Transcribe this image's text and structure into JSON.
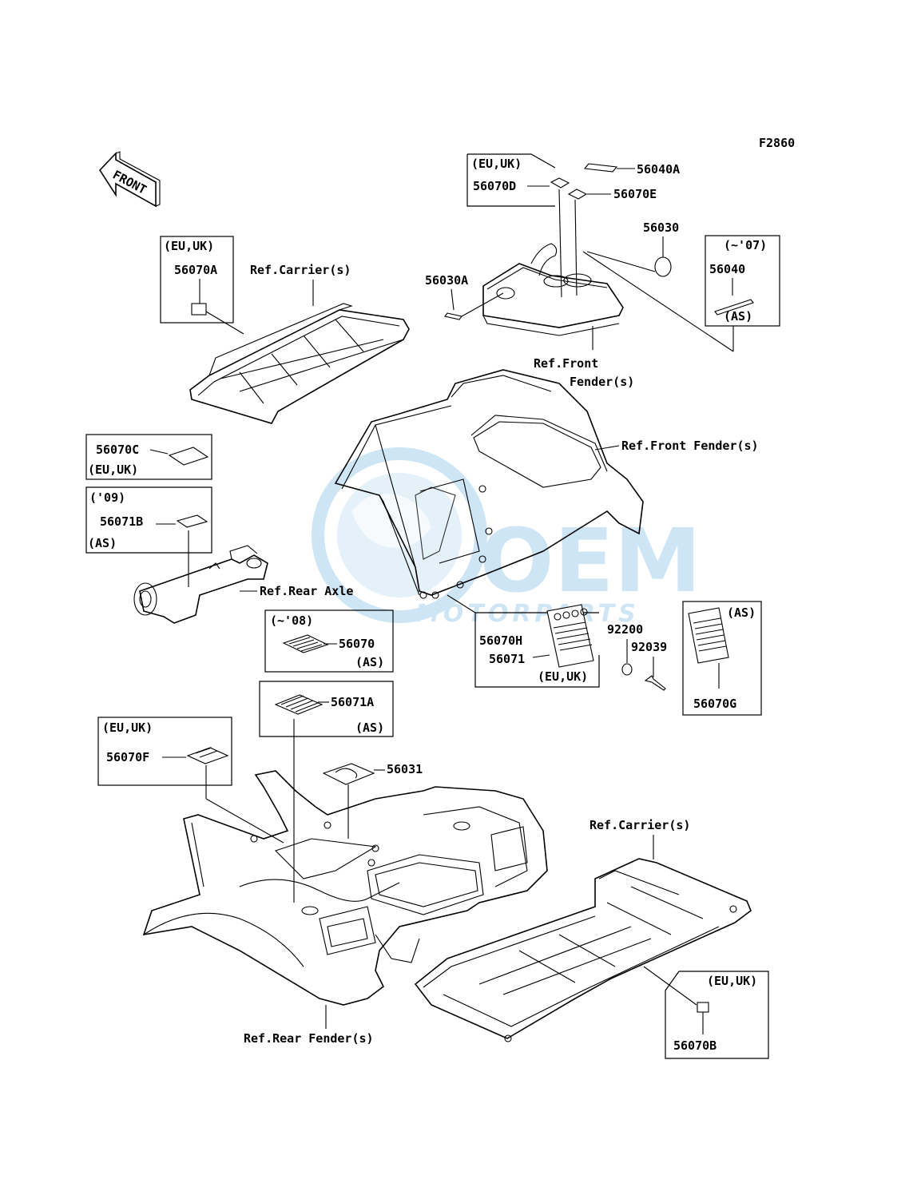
{
  "figure_code": "F2860",
  "front_label": "FRONT",
  "watermark": {
    "brand": "OEM",
    "sub": "MOTORPARTS",
    "color": "#4fa3d8"
  },
  "part_numbers": {
    "p56040A": "56040A",
    "p56070D": "56070D",
    "p56070E": "56070E",
    "p56030": "56030",
    "p56030A": "56030A",
    "p56040": "56040",
    "p56070A": "56070A",
    "p56070C": "56070C",
    "p56071B": "56071B",
    "p56070": "56070",
    "p56071A": "56071A",
    "p56070H": "56070H",
    "p56071": "56071",
    "p92200": "92200",
    "p92039": "92039",
    "p56070G": "56070G",
    "p56070F": "56070F",
    "p56031": "56031",
    "p56070B": "56070B"
  },
  "notes": {
    "eu_uk": "(EU,UK)",
    "as": "(AS)",
    "upto07": "(~'07)",
    "upto08": "(~'08)",
    "y09": "('09)"
  },
  "refs": {
    "carrier_top": "Ref.Carrier(s)",
    "front_fender_1": "Ref.Front",
    "front_fender_2": "Fender(s)",
    "front_fender_full": "Ref.Front Fender(s)",
    "rear_axle": "Ref.Rear Axle",
    "carrier_bottom": "Ref.Carrier(s)",
    "rear_fender": "Ref.Rear Fender(s)"
  }
}
